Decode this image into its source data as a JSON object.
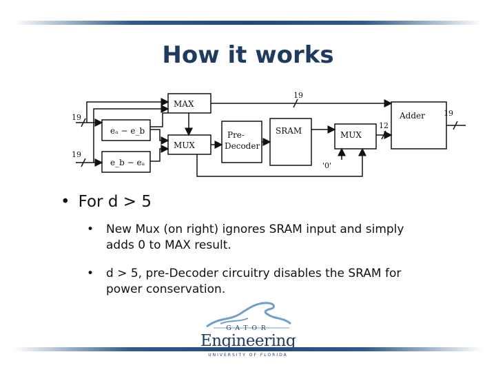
{
  "slide": {
    "title": "How it works"
  },
  "diagram": {
    "labels": {
      "max": "MAX",
      "mux_left": "MUX",
      "predecoder_line1": "Pre-",
      "predecoder_line2": "Decoder",
      "sram": "SRAM",
      "mux_right": "MUX",
      "adder": "Adder",
      "sub_top": "eₐ − e_b",
      "sub_bottom": "e_b − eₐ",
      "zero_input": "'0'"
    },
    "bus_widths": {
      "input_top": "19",
      "input_bottom": "19",
      "max_to_adder": "19",
      "mux_to_adder": "12",
      "adder_out": "19"
    }
  },
  "bullets": {
    "main": "For d > 5",
    "sub": [
      {
        "line1": "New Mux (on right) ignores SRAM input and simply",
        "line2": "adds 0 to MAX result."
      },
      {
        "line1": "d > 5, pre-Decoder circuitry disables the SRAM for",
        "line2": "power conservation."
      }
    ],
    "bullet_glyph": "•"
  },
  "logo": {
    "word": "Engineering",
    "sub_word": "GATOR",
    "institution": "UNIVERSITY OF FLORIDA"
  },
  "colors": {
    "title": "#1f3a5f",
    "rule": "#1f497d",
    "logo": "#1f3a5f"
  }
}
